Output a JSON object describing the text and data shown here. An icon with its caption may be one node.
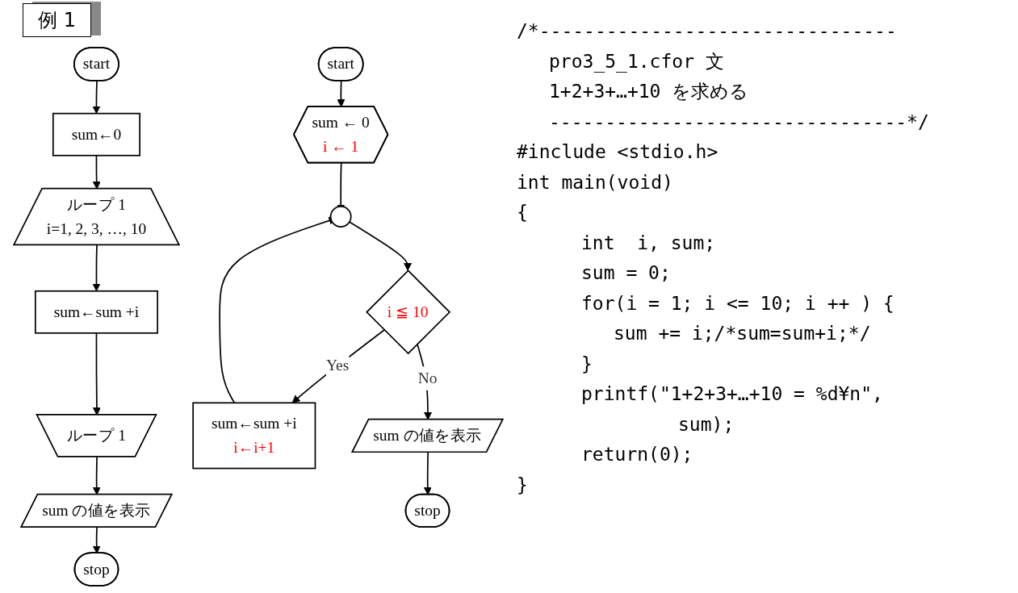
{
  "diagram": {
    "title": "例 1",
    "nodes": [
      {
        "text": [
          "start"
        ]
      },
      {
        "text": [
          "sum←0"
        ]
      },
      {
        "text": [
          "ループ 1",
          "i=1, 2, 3, …, 10"
        ]
      },
      {
        "text": [
          "sum←sum +i"
        ]
      },
      {
        "text": [
          "ループ 1"
        ]
      },
      {
        "text": [
          "sum の値を表示"
        ]
      },
      {
        "text": [
          "stop"
        ]
      },
      {
        "text": [
          "start"
        ]
      },
      {
        "text": [
          "sum ← 0",
          "i ← 1"
        ]
      },
      {
        "text": [],
        "shape": "circle"
      },
      {
        "text": [
          "i ≦ 10"
        ]
      },
      {
        "text": [
          "sum←sum +i",
          "i←i+1"
        ]
      },
      {
        "text": [
          "sum の値を表示"
        ]
      },
      {
        "text": [
          "stop"
        ]
      }
    ],
    "edges": [
      {
        "from": 0,
        "to": 1,
        "arrow": "to"
      },
      {
        "from": 1,
        "to": 2,
        "arrow": "to"
      },
      {
        "from": 2,
        "to": 3,
        "arrow": "to"
      },
      {
        "from": 3,
        "to": 4,
        "arrow": "to"
      },
      {
        "from": 4,
        "to": 5,
        "arrow": "to"
      },
      {
        "from": 5,
        "to": 6,
        "arrow": "to"
      },
      {
        "from": 7,
        "to": 8,
        "arrow": "to"
      },
      {
        "from": 8,
        "to": 9,
        "arrow": "to"
      },
      {
        "from": 9,
        "to": 10,
        "arrow": "to"
      },
      {
        "from": 10,
        "to": 11,
        "label": "Yes",
        "arrow": "to"
      },
      {
        "from": 11,
        "to": 9,
        "arrow": "to"
      },
      {
        "from": 10,
        "to": 12,
        "label": "No",
        "arrow": "to"
      },
      {
        "from": 12,
        "to": 13,
        "arrow": "to"
      }
    ],
    "labels": [
      "/*--------------------------------",
      "pro3_5_1.cfor 文",
      "1+2+3+…+10 を求める",
      "--------------------------------*/",
      "#include <stdio.h>",
      "int main(void)",
      "{",
      "int  i, sum;",
      "sum = 0;",
      "for(i = 1; i <= 10; i ++ ) {",
      "sum += i;/*sum=sum+i;*/",
      "}",
      "printf(\"1+2+3+…+10 = %d¥n\",",
      "sum);",
      "return(0);",
      "}"
    ]
  }
}
